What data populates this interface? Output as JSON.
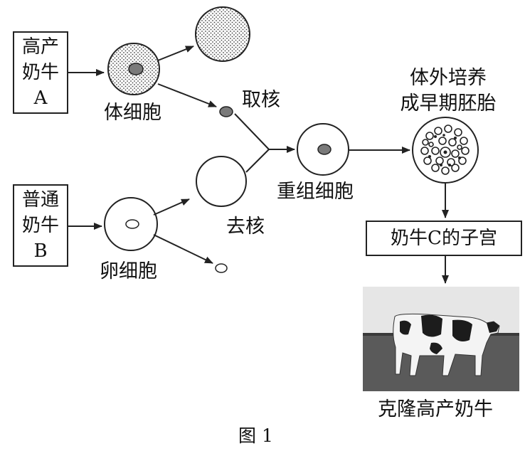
{
  "source_boxes": {
    "cow_a": {
      "line1": "高产",
      "line2": "奶牛",
      "line3": "A"
    },
    "cow_b": {
      "line1": "普通",
      "line2": "奶牛",
      "line3": "B"
    },
    "uterus": "奶牛C的子宫"
  },
  "labels": {
    "somatic_cell": "体细胞",
    "take_nucleus": "取核",
    "egg_cell": "卵细胞",
    "enucleate": "去核",
    "reconstructed_cell": "重组细胞",
    "culture_line1": "体外培养",
    "culture_line2": "成早期胚胎",
    "clone_result": "克隆高产奶牛",
    "figure_caption": "图 1"
  },
  "colors": {
    "line": "#222222",
    "nucleus": "#7a7a7a",
    "photo_sky": "#e6e6e6",
    "photo_ground": "#555555"
  }
}
